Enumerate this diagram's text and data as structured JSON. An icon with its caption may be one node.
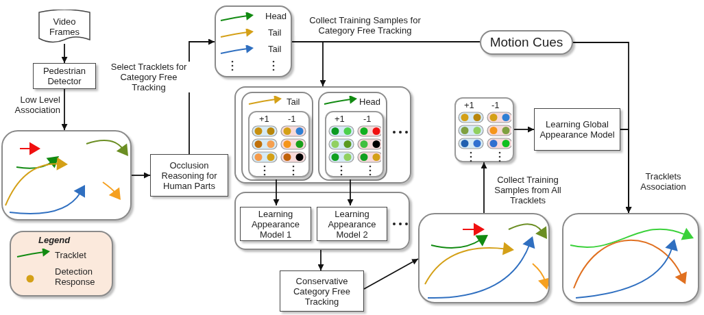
{
  "diagram": {
    "nodes": [
      {
        "text": [
          "Video Frames"
        ]
      },
      {
        "text": [
          "Pedestrian Detector"
        ]
      },
      {
        "text": [],
        "shape": "box"
      },
      {
        "text": [
          "Occlusion Reasoning for Human Parts"
        ]
      },
      {
        "text": [
          "Head",
          "Tail",
          "Tail"
        ]
      },
      {
        "text": [],
        "shape": "box"
      },
      {
        "text": [
          "Tail"
        ],
        "in": 5
      },
      {
        "text": [
          "+1",
          "-1"
        ],
        "in": 6
      },
      {
        "text": [
          "Head"
        ],
        "in": 5
      },
      {
        "text": [
          "+1",
          "-1"
        ],
        "in": 8
      },
      {
        "text": [],
        "shape": "box"
      },
      {
        "text": [
          "Learning Appearance Model 1"
        ],
        "in": 10
      },
      {
        "text": [
          "Learning Appearance Model 2"
        ],
        "in": 10
      },
      {
        "text": [
          "Conservative Category Free Tracking"
        ]
      },
      {
        "text": [],
        "shape": "box"
      },
      {
        "text": [
          "+1",
          "-1"
        ]
      },
      {
        "text": [
          "Learning Global Appearance Model"
        ]
      },
      {
        "text": [
          "Motion Cues"
        ]
      },
      {
        "text": [],
        "shape": "box"
      }
    ],
    "edges": [
      {
        "from": 0,
        "to": 1,
        "arrow": "to"
      },
      {
        "from": 1,
        "to": 2,
        "arrow": "to",
        "label": "Low Level Association"
      },
      {
        "from": 2,
        "to": 3,
        "arrow": "to"
      },
      {
        "from": 3,
        "to": 4,
        "arrow": "to",
        "label": "Select Tracklets for Category Free Tracking"
      },
      {
        "from": 4,
        "to": 5,
        "arrow": "to",
        "label": "Collect Training Samples for Category Free Tracking"
      },
      {
        "from": 4,
        "to": 17,
        "arrow": "none"
      },
      {
        "from": 17,
        "to": 18,
        "arrow": "to",
        "label": "Tracklets Association"
      },
      {
        "from": 6,
        "to": 11,
        "arrow": "to"
      },
      {
        "from": 8,
        "to": 12,
        "arrow": "to"
      },
      {
        "from": 10,
        "to": 13,
        "arrow": "to"
      },
      {
        "from": 13,
        "to": 14,
        "arrow": "to"
      },
      {
        "from": 14,
        "to": 15,
        "arrow": "to",
        "label": "Collect Training Samples from All Tracklets"
      },
      {
        "from": 15,
        "to": 16,
        "arrow": "to"
      },
      {
        "from": 16,
        "to": 18,
        "arrow": "to"
      }
    ],
    "labels": [
      "Legend"
    ],
    "legend": [
      {
        "text": "Tracklet"
      },
      {
        "text": "Detection Response",
        "color": "#d4a017"
      }
    ]
  }
}
